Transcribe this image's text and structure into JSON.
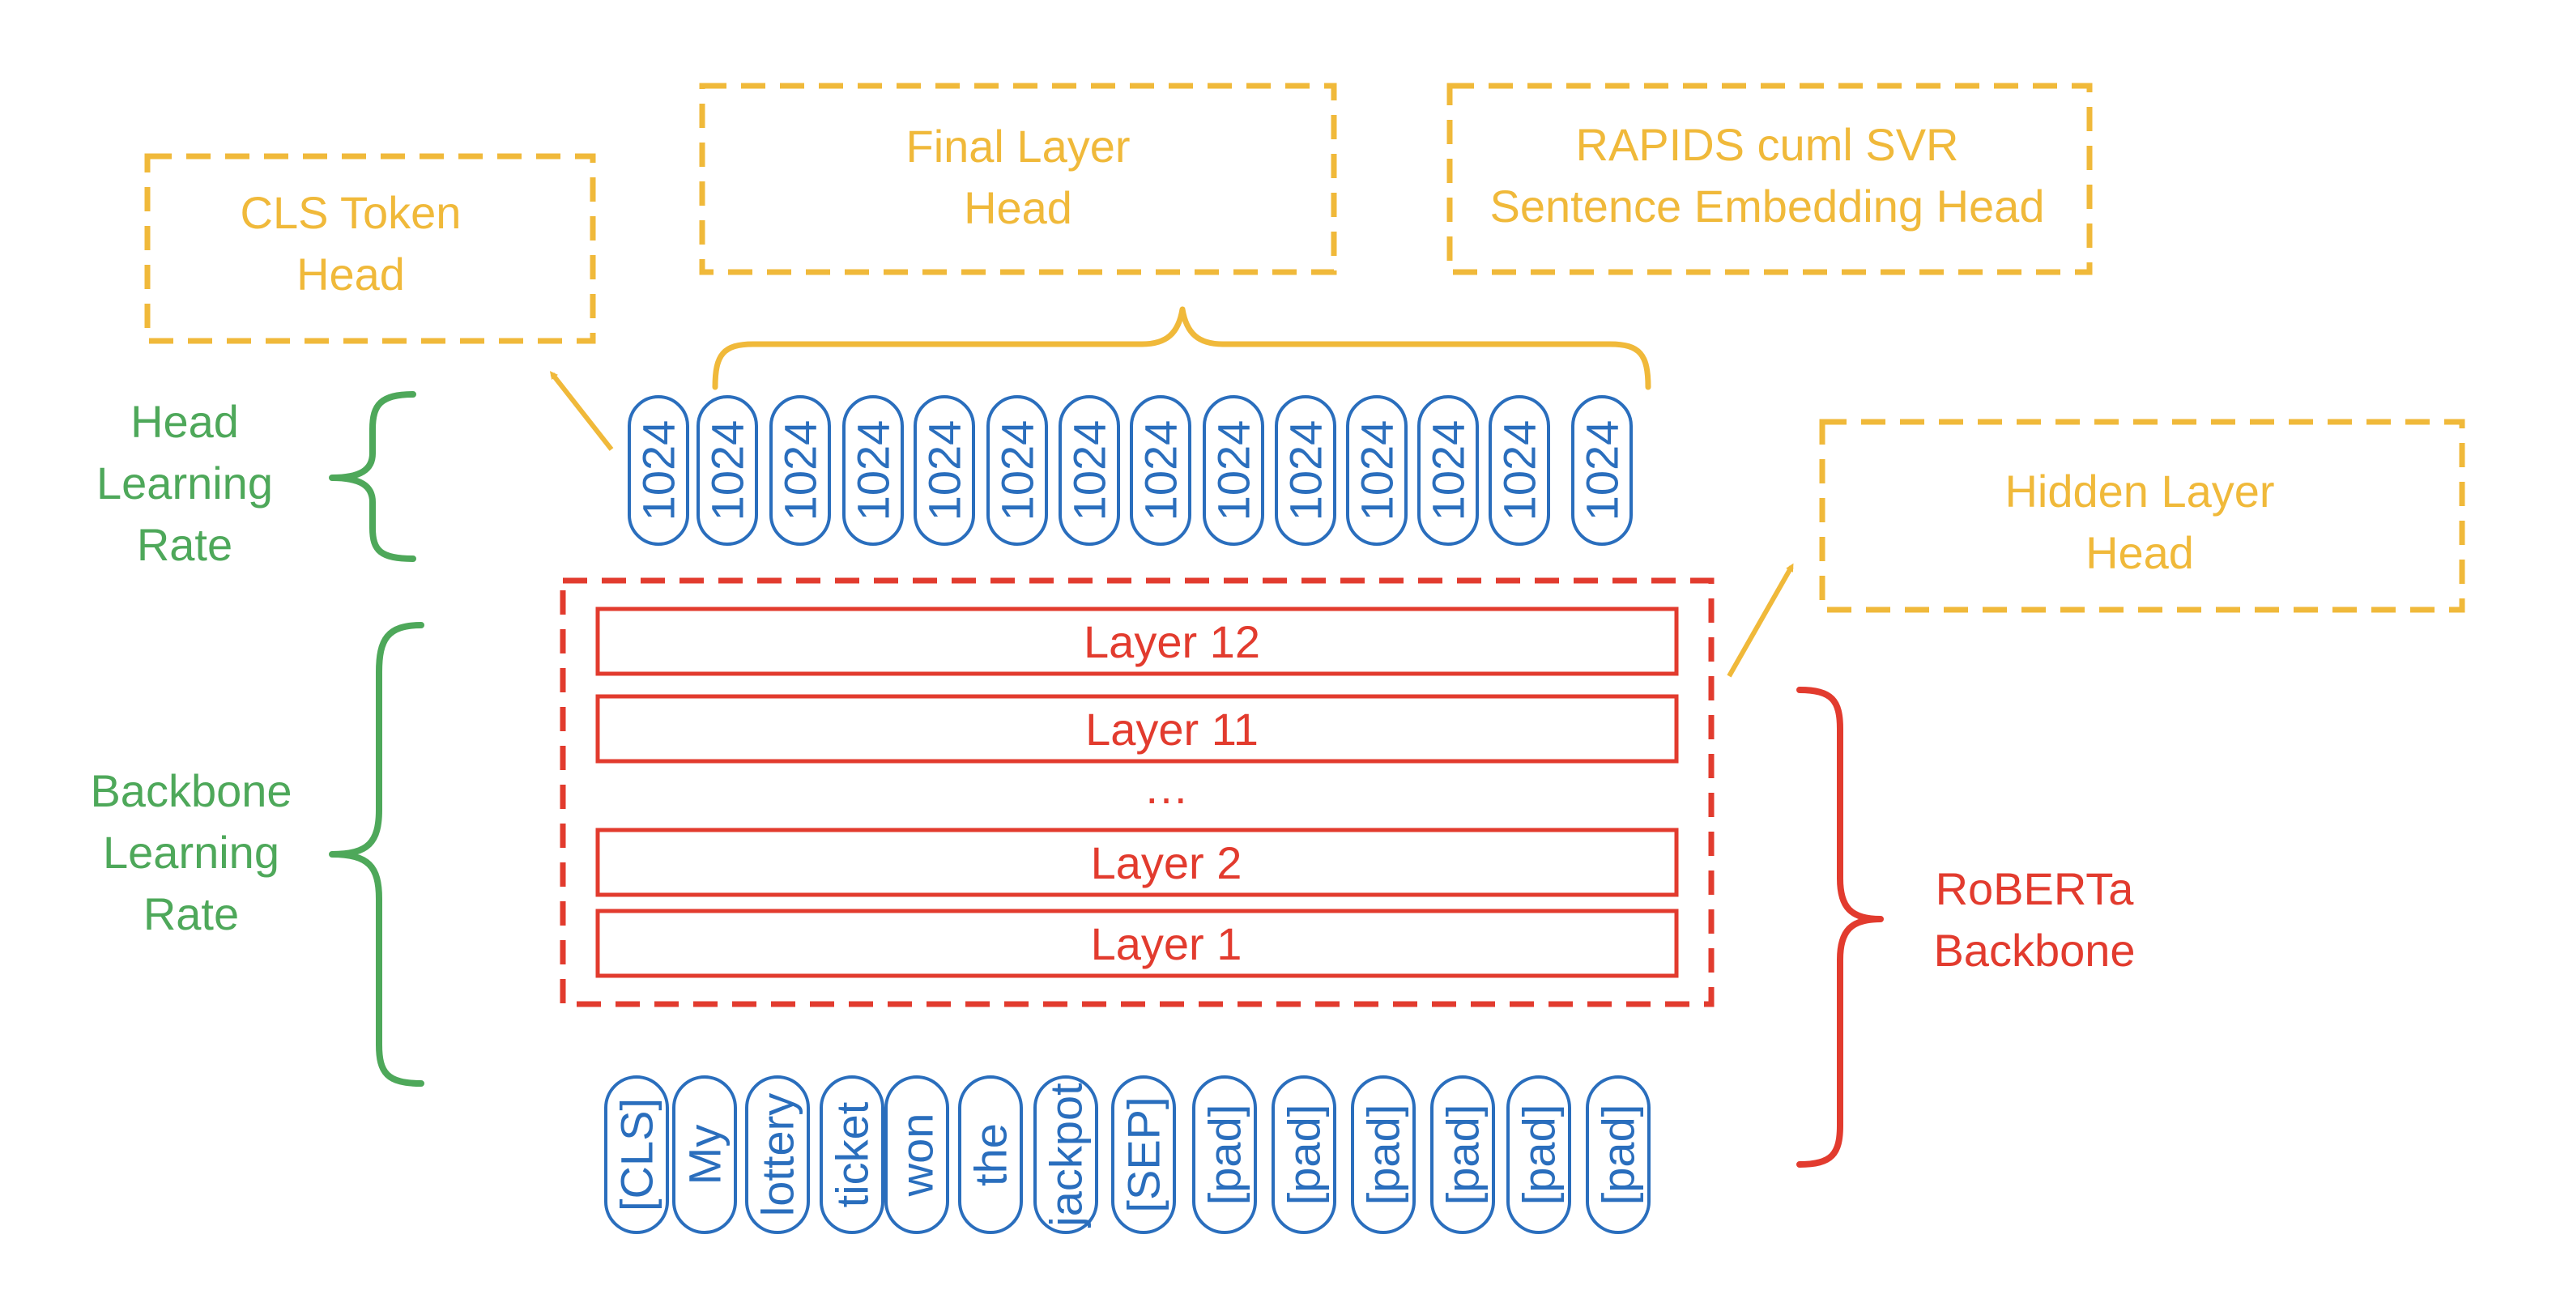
{
  "heads": {
    "cls_head": [
      "CLS Token",
      "Head"
    ],
    "final_layer_head": [
      "Final Layer",
      "Head"
    ],
    "svr_head": [
      "RAPIDS cuml SVR",
      "Sentence Embedding Head"
    ],
    "hidden_layer_head": [
      "Hidden Layer",
      "Head"
    ]
  },
  "learning_rates": {
    "head": [
      "Head",
      "Learning",
      "Rate"
    ],
    "backbone": [
      "Backbone",
      "Learning",
      "Rate"
    ]
  },
  "backbone": {
    "label": [
      "RoBERTa",
      "Backbone"
    ],
    "layers": [
      "Layer 12",
      "Layer 11",
      "…",
      "Layer 2",
      "Layer 1"
    ]
  },
  "hidden_dims": [
    "1024",
    "1024",
    "1024",
    "1024",
    "1024",
    "1024",
    "1024",
    "1024",
    "1024",
    "1024",
    "1024",
    "1024",
    "1024",
    "1024"
  ],
  "input_tokens": [
    "[CLS]",
    "My",
    "lottery",
    "ticket",
    "won",
    "the",
    "jackpot",
    "[SEP]",
    "[pad]",
    "[pad]",
    "[pad]",
    "[pad]",
    "[pad]",
    "[pad]"
  ],
  "colors": {
    "head": "#f0b93a",
    "learning_rate": "#4ea85a",
    "backbone": "#e23b2e",
    "tokens": "#2a6ebd"
  }
}
